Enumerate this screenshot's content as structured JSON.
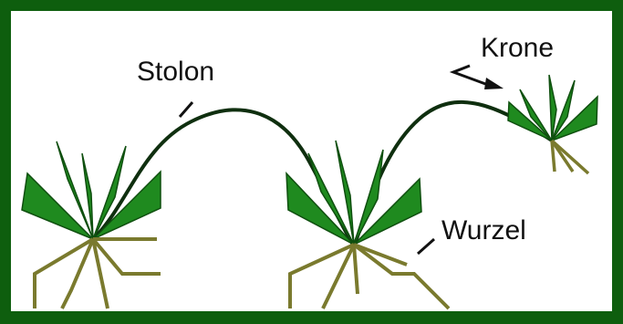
{
  "labels": {
    "stolon": "Stolon",
    "krone": "Krone",
    "wurzel": "Wurzel"
  },
  "colors": {
    "frame": "#0e5e0e",
    "background": "#ffffff",
    "leaf_fill": "#1f8a1f",
    "leaf_stroke": "#0f4f0f",
    "root": "#7a7a2e",
    "stolon": "#0f2f0f",
    "text": "#111111"
  },
  "icons": {
    "plants": [
      "plant-left",
      "plant-middle",
      "plant-right"
    ]
  }
}
